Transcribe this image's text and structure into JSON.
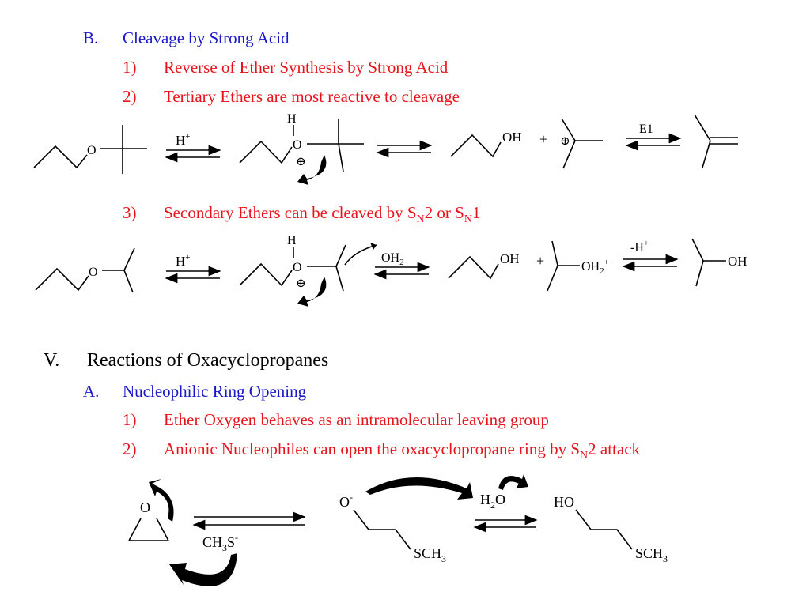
{
  "outline": {
    "b_num": "B.",
    "b_text": "Cleavage by Strong Acid",
    "b1_num": "1)",
    "b1_text": "Reverse of Ether Synthesis by Strong Acid",
    "b2_num": "2)",
    "b2_text": "Tertiary Ethers are most reactive to cleavage",
    "b3_num": "3)",
    "b3_text_a": "Secondary Ethers can be cleaved by S",
    "b3_sub1": "N",
    "b3_text_b": "2 or S",
    "b3_sub2": "N",
    "b3_text_c": "1",
    "v_num": "V.",
    "v_text": "Reactions of Oxacyclopropanes",
    "a_num": "A.",
    "a_text": "Nucleophilic Ring Opening",
    "a1_num": "1)",
    "a1_text": "Ether Oxygen behaves as an intramolecular leaving group",
    "a2_num": "2)",
    "a2_text_a": "Anionic Nucleophiles can open the oxacyclopropane ring by S",
    "a2_sub": "N",
    "a2_text_b": "2 attack"
  },
  "scheme1": {
    "o1": "O",
    "h_plus": "H",
    "plus_sup": "+",
    "h_top": "H",
    "o2": "O",
    "oh": "OH",
    "plus_sign": "+",
    "charge": "⊕",
    "e1": "E1"
  },
  "scheme2": {
    "o1": "O",
    "h_plus": "H",
    "plus_sup": "+",
    "h_top": "H",
    "o2": "O",
    "charge": "⊕",
    "oh2_label": "OH",
    "oh2_sub": "2",
    "oh": "OH",
    "plus_sign": "+",
    "oh2b": "OH",
    "oh2b_sub": "2",
    "oh2b_sup": "+",
    "minus_h": "-H",
    "minus_h_sup": "+",
    "oh_final": "OH"
  },
  "scheme3": {
    "epoxide_o": "O",
    "nuc_a": "CH",
    "nuc_sub": "3",
    "nuc_b": "S",
    "nuc_sup": "-",
    "alkoxide_o": "O",
    "alkoxide_sup": "-",
    "sch3_a": "SCH",
    "sch3_sub": "3",
    "water_a": "H",
    "water_sub": "2",
    "water_b": "O",
    "ho": "HO",
    "sch3b_a": "SCH",
    "sch3b_sub": "3"
  },
  "colors": {
    "heading_blue": "#1b18c8",
    "subitem_red": "#e8141c",
    "text_black": "#000000"
  }
}
